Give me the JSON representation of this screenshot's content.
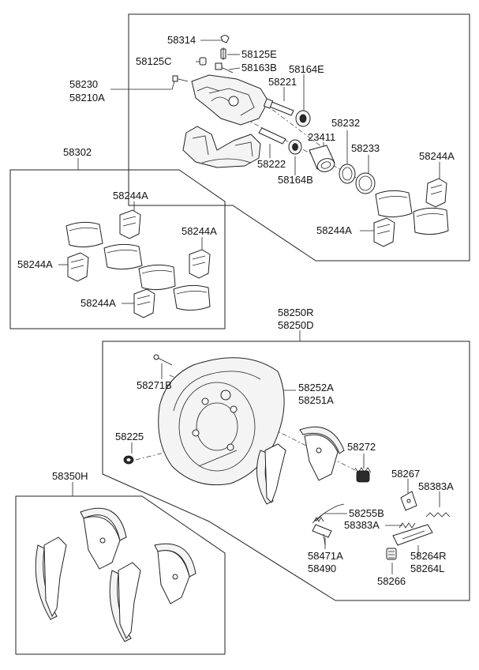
{
  "labels": {
    "l58314": "58314",
    "l58125E": "58125E",
    "l58125C": "58125C",
    "l58163B": "58163B",
    "l58164E": "58164E",
    "l58221": "58221",
    "l58230": "58230",
    "l58210A": "58210A",
    "l58232": "58232",
    "l23411": "23411",
    "l58233": "58233",
    "l58222": "58222",
    "l58164B": "58164B",
    "l58244A_1": "58244A",
    "l58244A_2": "58244A",
    "l58302": "58302",
    "l58244A_3": "58244A",
    "l58244A_4": "58244A",
    "l58244A_5": "58244A",
    "l58244A_6": "58244A",
    "l58250R": "58250R",
    "l58250D": "58250D",
    "l58271B": "58271B",
    "l58252A": "58252A",
    "l58251A": "58251A",
    "l58225": "58225",
    "l58272": "58272",
    "l58350H": "58350H",
    "l58267": "58267",
    "l58383A_1": "58383A",
    "l58255B": "58255B",
    "l58383A_2": "58383A",
    "l58471A": "58471A",
    "l58490": "58490",
    "l58264R": "58264R",
    "l58264L": "58264L",
    "l58266": "58266"
  }
}
